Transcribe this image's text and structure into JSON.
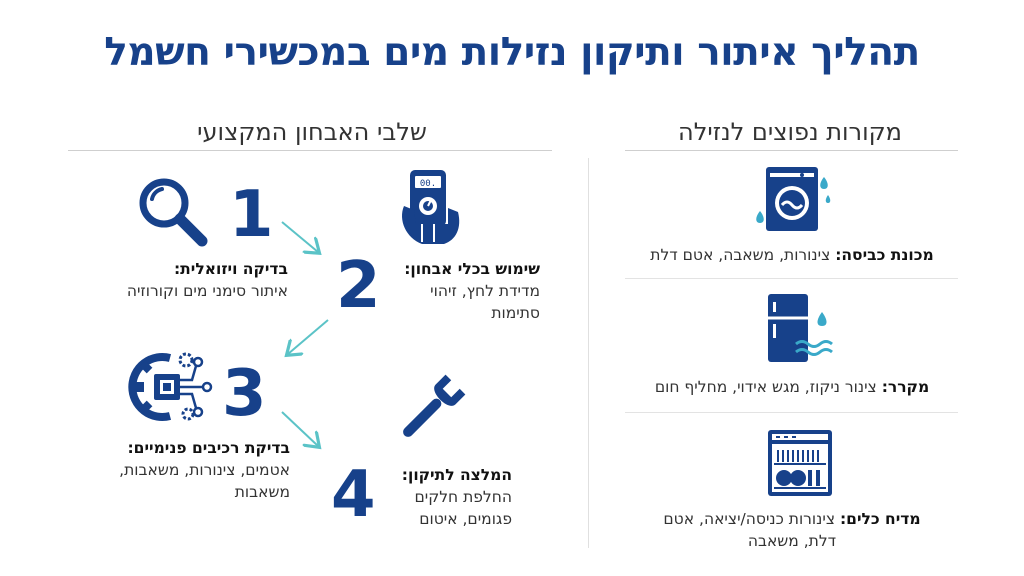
{
  "title": "תהליך איתור ותיקון נזילות מים במכשירי חשמל",
  "sections": {
    "steps_title": "שלבי האבחון המקצועי",
    "sources_title": "מקורות נפוצים לנזילה"
  },
  "steps": [
    {
      "number": "1",
      "title": "בדיקה ויזואלית:",
      "lines": [
        "איתור סימני מים וקורוזיה"
      ],
      "icon": "magnifier-icon"
    },
    {
      "number": "2",
      "title": "שימוש בכלי אבחון:",
      "lines": [
        "מדידת לחץ, זיהוי",
        "סתימות"
      ],
      "icon": "multimeter-icon"
    },
    {
      "number": "3",
      "title": "בדיקת רכיבים פנימיים:",
      "lines": [
        "אטמים, צינורות, משאבות,",
        "משאבות"
      ],
      "icon": "circuit-gear-icon"
    },
    {
      "number": "4",
      "title": "המלצה לתיקון:",
      "lines": [
        "החלפת חלקים",
        "פגומים, איטום"
      ],
      "icon": "wrench-icon"
    }
  ],
  "sources": [
    {
      "name": "מכונת כביסה:",
      "detail": " צינורות, משאבה, אטם דלת",
      "icon": "washing-machine-icon"
    },
    {
      "name": "מקרר:",
      "detail": " צינור ניקוז, מגש אידוי, מחליף חום",
      "icon": "refrigerator-icon"
    },
    {
      "name": "מדיח כלים:",
      "detail": " צינורות כניסה/יציאה, אטם",
      "detail2": "דלת, משאבה",
      "icon": "dishwasher-icon"
    }
  ],
  "display": {
    "multimeter_reading": ".00"
  },
  "colors": {
    "primary": "#17418a",
    "accent": "#5bc3c7",
    "water": "#3aa9c9"
  }
}
